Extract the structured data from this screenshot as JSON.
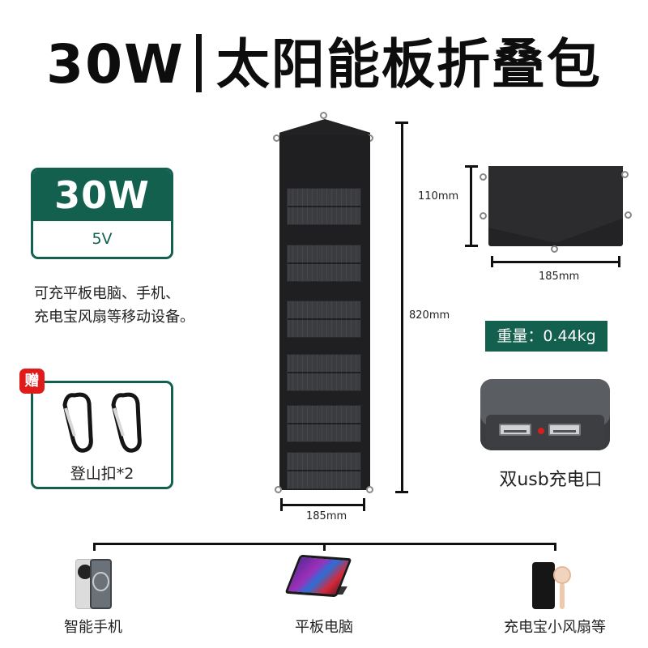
{
  "header": {
    "wattage": "30W",
    "separator": "|",
    "product_name": "太阳能板折叠包"
  },
  "spec_card": {
    "power": "30W",
    "voltage": "5V"
  },
  "description": {
    "line1": "可充平板电脑、手机、",
    "line2": "充电宝风扇等移动设备。"
  },
  "gift": {
    "badge": "赠",
    "item_label": "登山扣*2",
    "icon": "carabiner-icon"
  },
  "unfolded_panel": {
    "height_label": "820mm",
    "width_label": "185mm",
    "cell_count": 6
  },
  "folded_bag": {
    "height_label": "110mm",
    "width_label": "185mm"
  },
  "weight": {
    "label": "重量：0.44kg"
  },
  "power_bank": {
    "label": "双usb充电口"
  },
  "devices": [
    {
      "label": "智能手机",
      "icon": "smartphone-icon"
    },
    {
      "label": "平板电脑",
      "icon": "tablet-icon"
    },
    {
      "label": "充电宝小风扇等",
      "icon": "powerbank-fan-icon"
    }
  ],
  "colors": {
    "brand_green": "#14604f",
    "gift_red": "#e11a1a",
    "panel_black": "#1f1f21"
  }
}
